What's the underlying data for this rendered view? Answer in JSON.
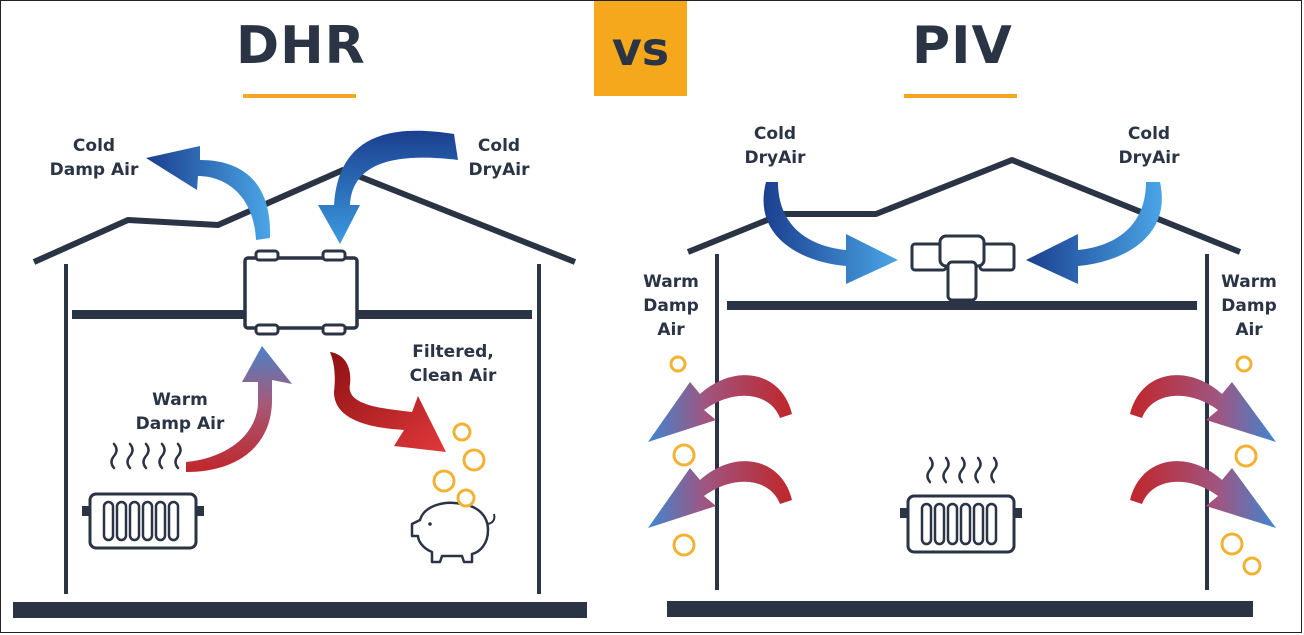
{
  "header": {
    "left_title": "DHR",
    "vs_label": "vs",
    "right_title": "PIV"
  },
  "dhr": {
    "exhaust_line1": "Cold",
    "exhaust_line2": "Damp Air",
    "intake_line1": "Cold",
    "intake_line2": "DryAir",
    "warm_line1": "Warm",
    "warm_line2": "Damp Air",
    "filtered_line1": "Filtered,",
    "filtered_line2": "Clean Air"
  },
  "piv": {
    "left_intake_line1": "Cold",
    "left_intake_line2": "DryAir",
    "right_intake_line1": "Cold",
    "right_intake_line2": "DryAir",
    "left_warm_line1": "Warm",
    "left_warm_line2": "Damp",
    "left_warm_line3": "Air",
    "right_warm_line1": "Warm",
    "right_warm_line2": "Damp",
    "right_warm_line3": "Air"
  },
  "colors": {
    "navy": "#2a3444",
    "accent": "#f5a81c",
    "blue": "#1f5fb3",
    "red": "#c0262a",
    "coin": "#f2b233"
  },
  "icons": [
    "radiator-icon",
    "piggy-bank-icon",
    "euro-coin-icon",
    "heat-recovery-unit-icon",
    "piv-unit-icon"
  ]
}
